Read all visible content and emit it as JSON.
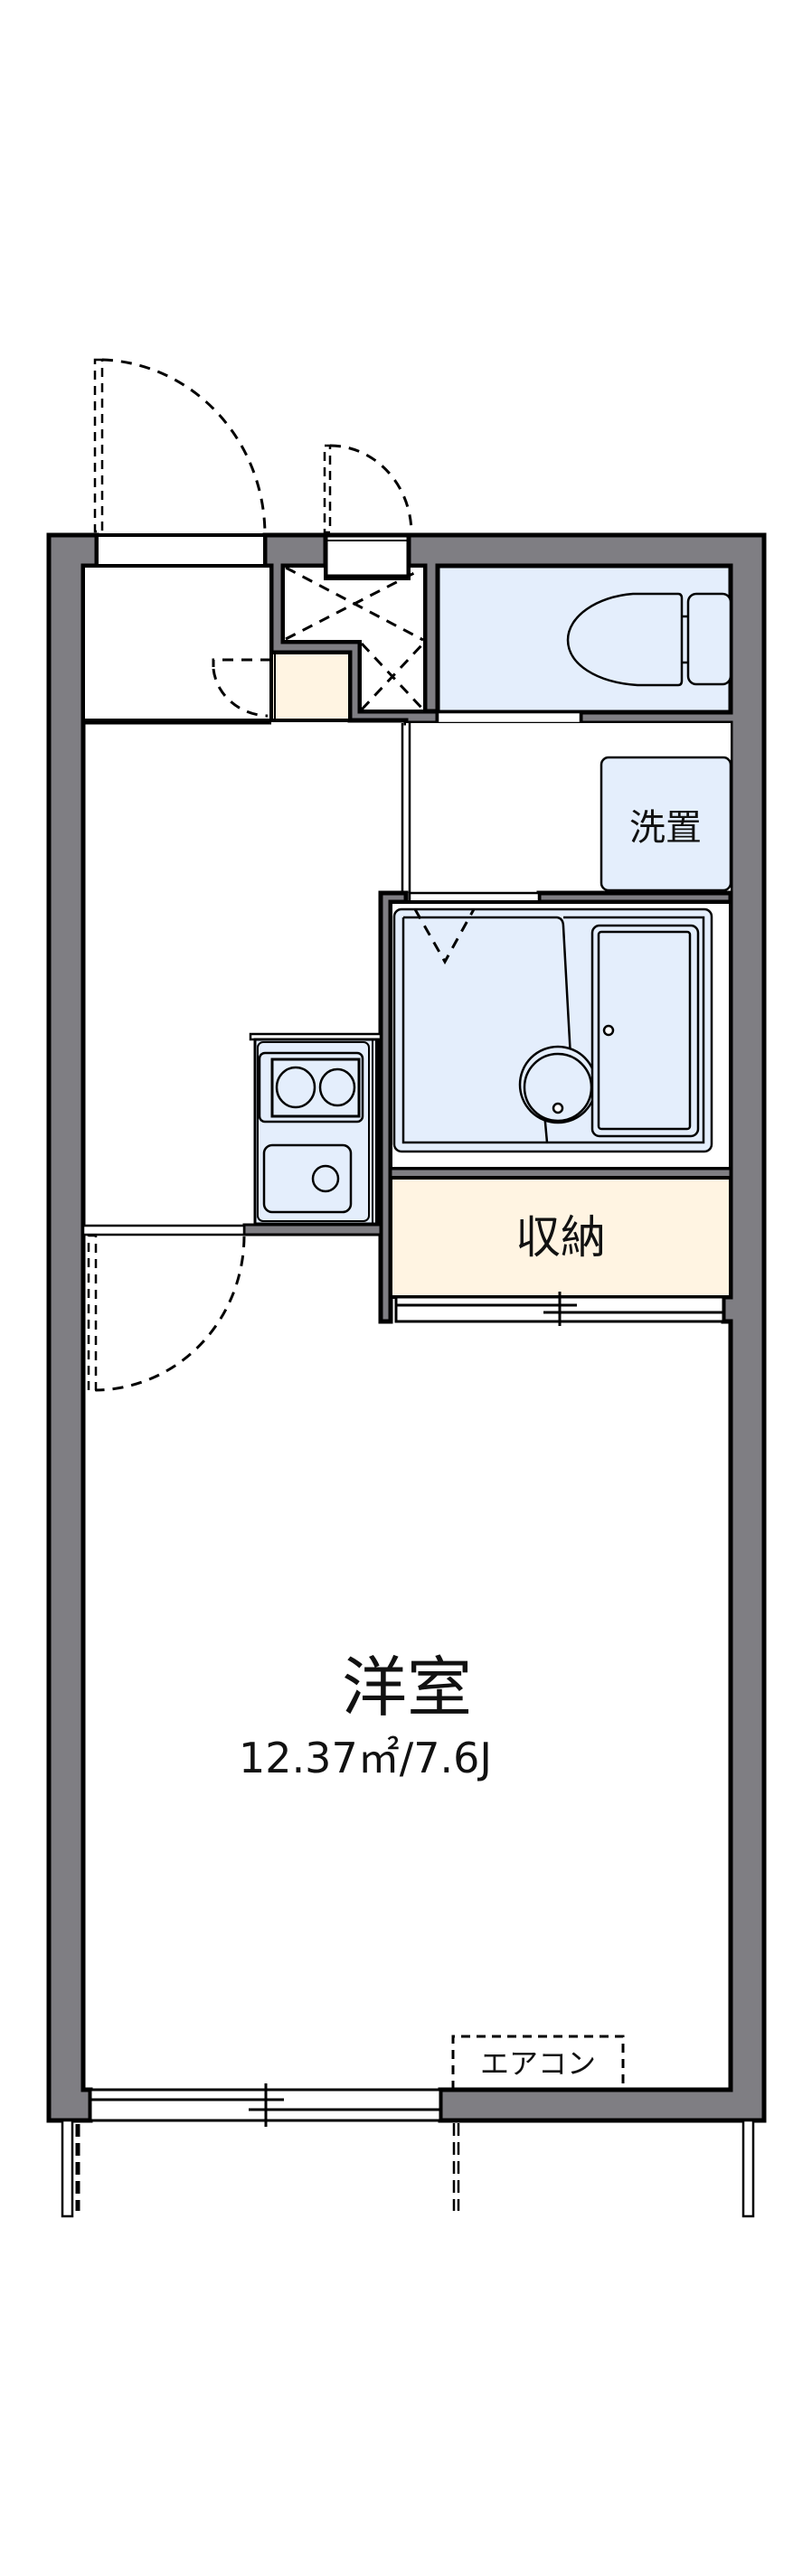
{
  "floorplan": {
    "colors": {
      "wall": "#7f7e83",
      "wet_area": "#e4eefc",
      "storage": "#fff4e2",
      "background": "#ffffff"
    },
    "rooms": {
      "main_room": {
        "label": "洋室",
        "area": "12.37㎡/7.6J"
      },
      "storage": {
        "label": "収納"
      },
      "washer_space": {
        "label": "洗置"
      },
      "aircon": {
        "label": "エアコン"
      }
    },
    "fixtures": [
      "entrance-door",
      "meter-box-door",
      "shoe-cabinet",
      "pipe-shaft",
      "toilet",
      "washer-space",
      "unit-bath",
      "kitchen-sink",
      "two-burner-stove",
      "storage-sliding-door",
      "balcony-sliding-window",
      "aircon-position"
    ]
  }
}
